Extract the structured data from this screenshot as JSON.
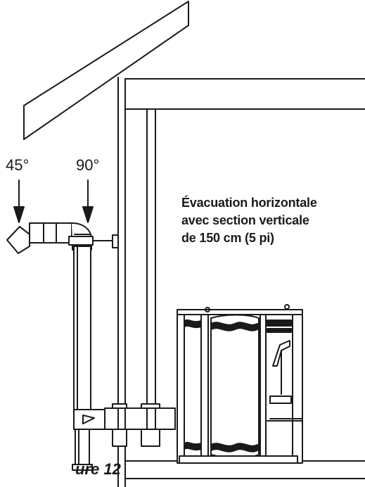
{
  "labels": {
    "angle_45": "45°",
    "angle_90": "90°",
    "description_line1": "Évacuation horizontale",
    "description_line2": "avec section verticale",
    "description_line3": "de 150 cm (5 pi)",
    "figure": "ure 12"
  },
  "icons": {
    "arrow_45": "down-arrow-icon",
    "arrow_90": "down-arrow-icon"
  },
  "colors": {
    "line": "#1a1a1a",
    "background": "#ffffff"
  }
}
